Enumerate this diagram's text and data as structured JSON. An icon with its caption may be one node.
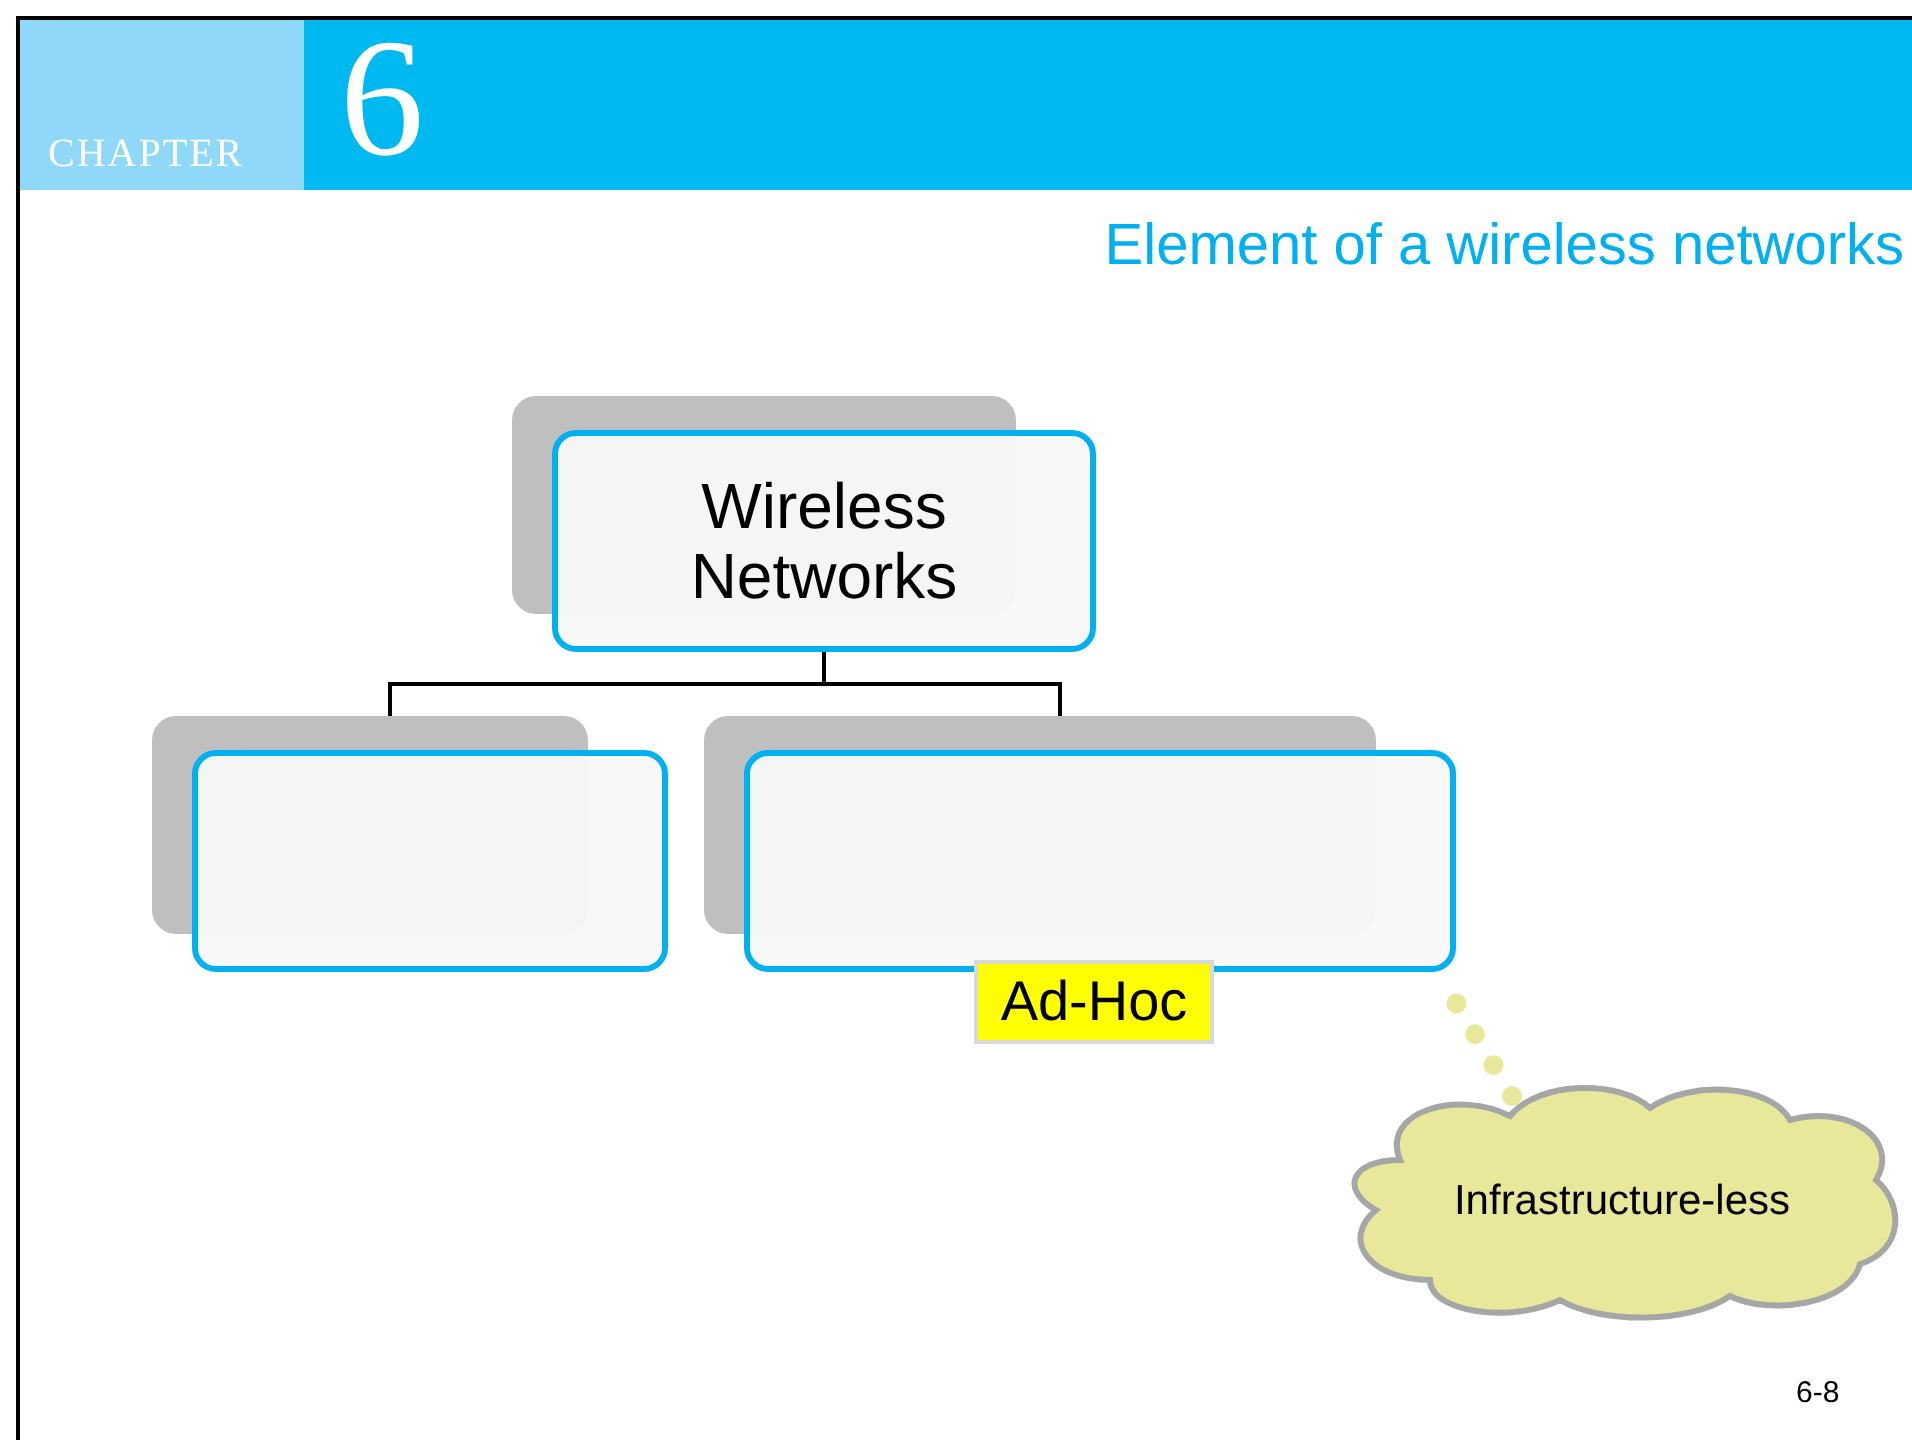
{
  "diagram": {
    "title": "Element of a wireless networks",
    "nodes": [
      {
        "text": [
          "Wireless Networks"
        ]
      },
      {
        "text": [],
        "shape": "box"
      },
      {
        "text": [],
        "shape": "box"
      },
      {
        "text": [
          "Ad-Hoc"
        ]
      },
      {
        "text": [
          "Infrastructure-less"
        ]
      }
    ],
    "edges": [
      {
        "from": 0,
        "to": 1,
        "arrow": "none"
      },
      {
        "from": 0,
        "to": 2,
        "arrow": "none"
      },
      {
        "from": 4,
        "to": 2,
        "arrow": "none",
        "style": "dashed",
        "color": "#e8e89a"
      }
    ],
    "labels": [
      "CHAPTER",
      "6",
      "6-8"
    ]
  }
}
